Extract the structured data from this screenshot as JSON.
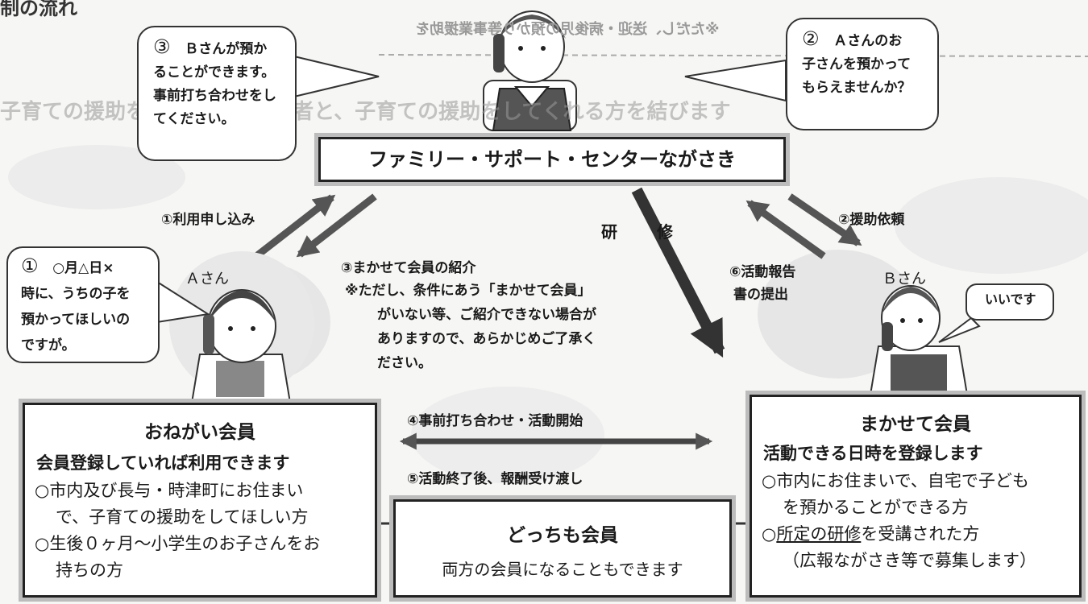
{
  "header": {
    "top_partial": "制の流れ",
    "note_partial": "※ただし、送迎・病後児の預かり等事業援助を",
    "banner_partial": "子育ての援助をしてほしい保護者と、子育ての援助をしてくれる方を結びます"
  },
  "center": {
    "label": "ファミリー・サポート・センターながさき"
  },
  "bubbles": {
    "b3": {
      "num": "③",
      "lines": [
        "Ｂさんが預か",
        "ることができます。",
        "事前打ち合わせをし",
        "てください。"
      ]
    },
    "b2": {
      "num": "②",
      "lines": [
        "Ａさんのお",
        "子さんを預かって",
        "もらえませんか？"
      ]
    },
    "b1": {
      "num": "①",
      "lines": [
        "○月△日×",
        "時に、うちの子を",
        "預かってほしいの",
        "ですが。"
      ]
    },
    "bB": {
      "text": "いいです"
    }
  },
  "people": {
    "a": "Ａさん",
    "b": "Ｂさん"
  },
  "flows": {
    "apply": "①利用申し込み",
    "intro": "③まかせて会員の紹介",
    "intro_note": [
      "※ただし、条件にあう「まかせて会員」",
      "がいない等、ご紹介できない場合が",
      "ありますので、あらかじめご了承く",
      "ださい。"
    ],
    "training_1": "研",
    "training_2": "修",
    "request": "②援助依頼",
    "report_1": "⑥活動報告",
    "report_2": "書の提出",
    "prep": "④事前打ち合わせ・活動開始",
    "payment": "⑤活動終了後、報酬受け渡し"
  },
  "onegai": {
    "title": "おねがい会員",
    "subtitle": "会員登録していれば利用できます",
    "lines": [
      "○市内及び長与・時津町にお住まい",
      "で、子育ての援助をしてほしい方",
      "○生後０ヶ月～小学生のお子さんをお",
      "持ちの方"
    ]
  },
  "makasete": {
    "title": "まかせて会員",
    "subtitle": "活動できる日時を登録します",
    "line1": "○市内にお住まいで、自宅で子ども",
    "line2": "を預かることができる方",
    "line3_prefix": "○",
    "line3_underlined": "所定の研修",
    "line3_suffix": "を受講された方",
    "line4": "（広報ながさき等で募集します）"
  },
  "docchi": {
    "title": "どっちも会員",
    "subtitle": "両方の会員になることもできます"
  },
  "colors": {
    "arrow": "#555555",
    "border": "#222222",
    "frame": "#bcbcbc"
  }
}
